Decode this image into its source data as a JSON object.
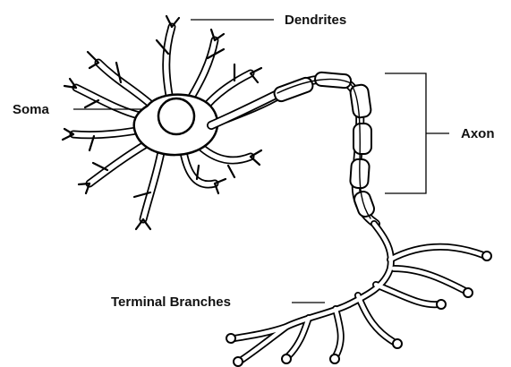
{
  "labels": {
    "dendrites": "Dendrites",
    "soma": "Soma",
    "axon": "Axon",
    "terminal_branches": "Terminal Branches"
  },
  "colors": {
    "ink": "#000000",
    "background": "#ffffff"
  }
}
